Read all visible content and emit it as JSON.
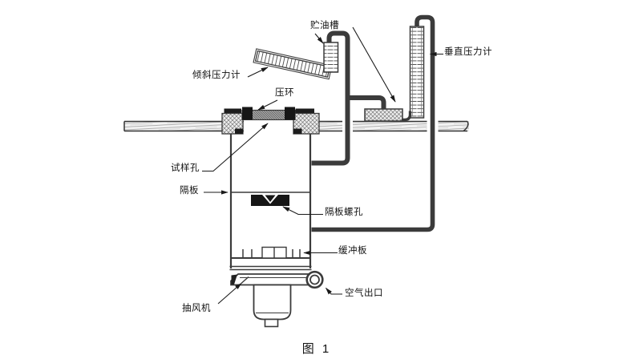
{
  "figure": {
    "caption": "图 1",
    "labels": {
      "oil_reservoir": "贮油槽",
      "inclined_manometer": "倾斜压力计",
      "pressure_ring": "压环",
      "sample_hole": "试样孔",
      "baffle": "隔板",
      "baffle_screw_hole": "隔板螺孔",
      "buffer_plate": "缓冲板",
      "air_outlet": "空气出口",
      "exhaust_fan": "抽风机",
      "vertical_manometer": "垂直压力计"
    },
    "colors": {
      "line": "#3b3b3b",
      "text": "#111111",
      "background": "#ffffff"
    }
  }
}
